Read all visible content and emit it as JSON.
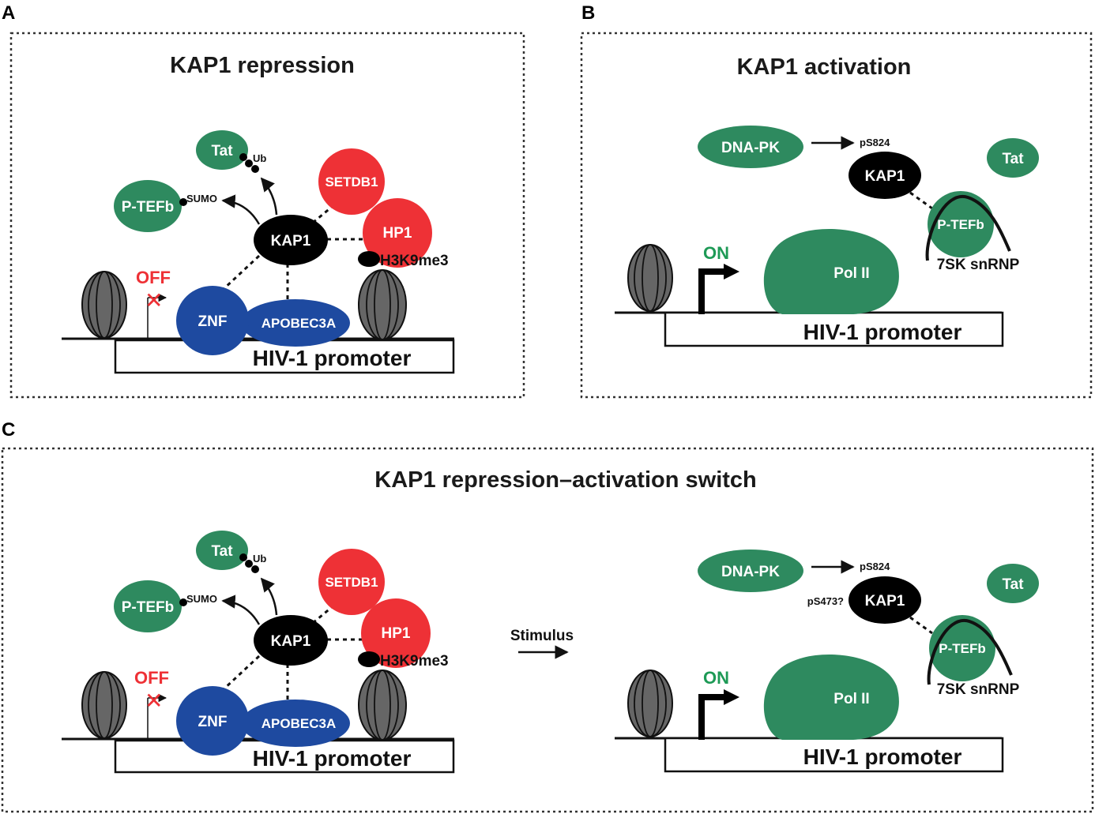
{
  "panels": {
    "a": {
      "letter": "A",
      "title": "KAP1 repression",
      "nodes": {
        "tat": "Tat",
        "ub": "Ub",
        "ptefb": "P-TEFb",
        "sumo": "SUMO",
        "setdb1": "SETDB1",
        "hp1": "HP1",
        "kap1": "KAP1",
        "h3k9me3": "H3K9me3",
        "znf": "ZNF",
        "apobec3a": "APOBEC3A",
        "off": "OFF"
      },
      "promoter": "HIV-1 promoter"
    },
    "b": {
      "letter": "B",
      "title": "KAP1 activation",
      "nodes": {
        "dnapk": "DNA-PK",
        "ps824": "pS824",
        "kap1": "KAP1",
        "tat": "Tat",
        "ptefb": "P-TEFb",
        "snrnp": "7SK snRNP",
        "on": "ON",
        "pol2": "Pol II"
      },
      "promoter": "HIV-1 promoter"
    },
    "c": {
      "letter": "C",
      "title": "KAP1 repression–activation switch",
      "stimulus": "Stimulus",
      "left": {
        "nodes": {
          "tat": "Tat",
          "ub": "Ub",
          "ptefb": "P-TEFb",
          "sumo": "SUMO",
          "setdb1": "SETDB1",
          "hp1": "HP1",
          "kap1": "KAP1",
          "h3k9me3": "H3K9me3",
          "znf": "ZNF",
          "apobec3a": "APOBEC3A",
          "off": "OFF"
        },
        "promoter": "HIV-1 promoter"
      },
      "right": {
        "nodes": {
          "dnapk": "DNA-PK",
          "ps824": "pS824",
          "ps473": "pS473?",
          "kap1": "KAP1",
          "tat": "Tat",
          "ptefb": "P-TEFb",
          "snrnp": "7SK snRNP",
          "on": "ON",
          "pol2": "Pol II"
        },
        "promoter": "HIV-1 promoter"
      }
    }
  },
  "colors": {
    "green": "#2e8a5f",
    "red": "#ee3136",
    "blue": "#1e4aa0",
    "black": "#000000",
    "nucleosome": "#666666"
  }
}
